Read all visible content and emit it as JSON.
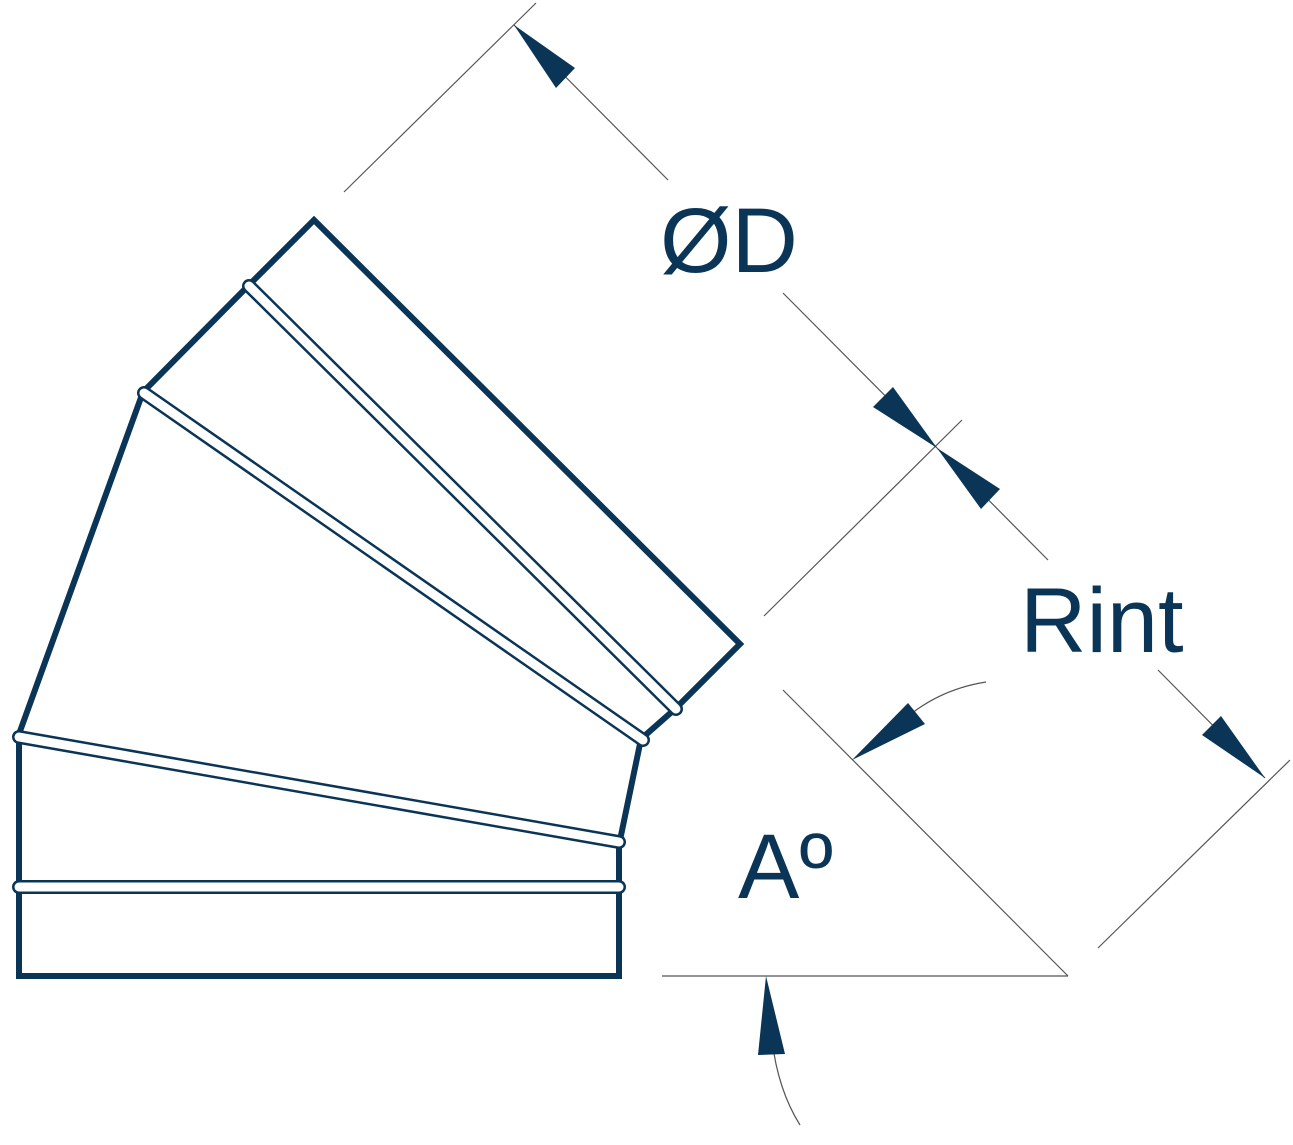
{
  "labels": {
    "diameter": "ØD",
    "inner_radius": "Rint",
    "angle": "Aº"
  },
  "colors": {
    "ink": "#0b3556",
    "background": "#ffffff",
    "dimension_line": "#555555"
  }
}
